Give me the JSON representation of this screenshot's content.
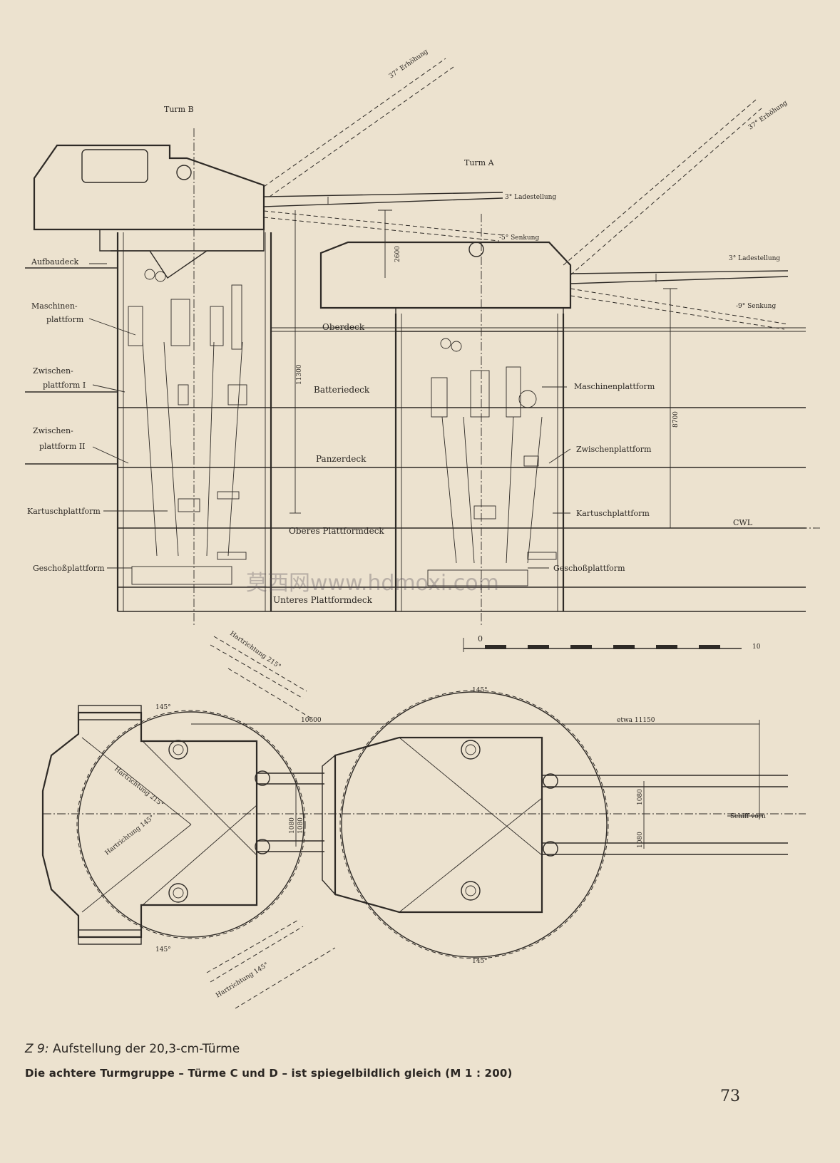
{
  "turrets": {
    "b_label": "Turm B",
    "a_label": "Turm A"
  },
  "angles": {
    "elev_b": "37° Erhöhung",
    "elev_a": "37° Erhöhung",
    "load_b": "3° Ladestellung",
    "load_a": "3° Ladestellung",
    "depress_b": "-5° Senkung",
    "depress_a": "-9° Senkung"
  },
  "left_labels": {
    "aufbaudeck": "Aufbaudeck",
    "maschinen_1": "Maschinen-",
    "maschinen_2": "plattform",
    "zwischen1_1": "Zwischen-",
    "zwischen1_2": "plattform I",
    "zwischen2_1": "Zwischen-",
    "zwischen2_2": "plattform II",
    "kartusch": "Kartuschplattform",
    "geschoss": "Geschoßplattform"
  },
  "right_labels": {
    "maschinen": "Maschinenplattform",
    "zwischen": "Zwischenplattform",
    "kartusch": "Kartuschplattform",
    "geschoss": "Geschoßplattform",
    "cwl": "CWL",
    "schiff_vorn": "Schiff vorn"
  },
  "decks": {
    "oberdeck": "Oberdeck",
    "batteriedeck": "Batteriedeck",
    "panzerdeck": "Panzerdeck",
    "oberes": "Oberes Plattformdeck",
    "unteres": "Unteres Plattformdeck"
  },
  "dims": {
    "d2600": "2600",
    "d11300": "11300",
    "d8700": "8700",
    "zero": "0",
    "d10600": "10600",
    "d11150": "etwa 11150",
    "d1080a": "1080",
    "d1080b": "1080",
    "d1080c": "1080",
    "d1080d": "1080",
    "a145_1": "145°",
    "a145_2": "145°",
    "a145_3": "145°",
    "a145_4": "145°",
    "scale_mark": "10"
  },
  "training": {
    "h215_top": "Hartrichtung 215°",
    "h215_mid": "Hartrichtung 215°",
    "h145_mid": "Hartrichtung 145°",
    "h145_bot": "Hartrichtung 145°"
  },
  "watermark": "莫西网www.hdmoxi.com",
  "caption": {
    "fig": "Z 9:",
    "title": "Aufstellung der 20,3-cm-Türme",
    "sub": "Die achtere Turmgruppe – Türme C und D – ist spiegelbildlich gleich (M 1 : 200)"
  },
  "page_number": "73"
}
